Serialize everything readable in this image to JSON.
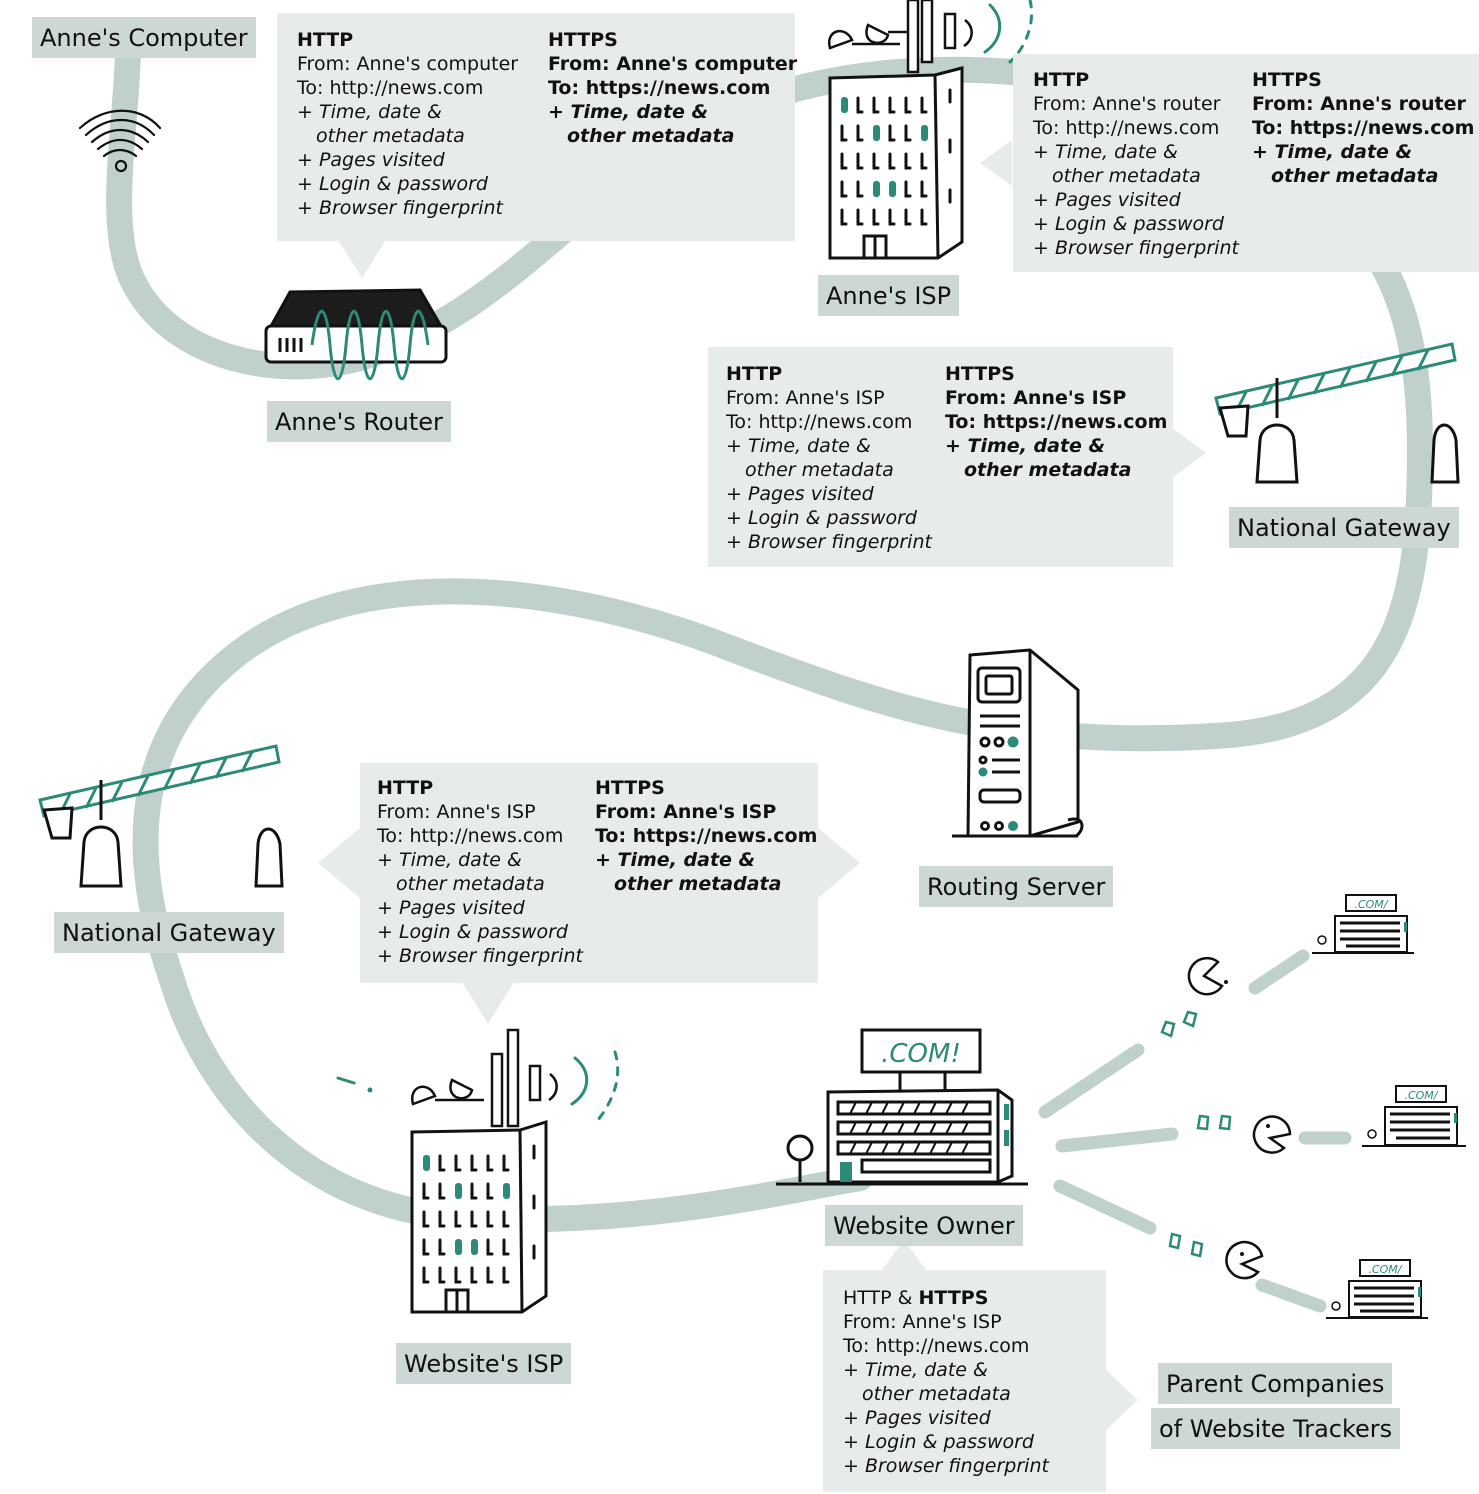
{
  "nodes": {
    "annes_computer": "Anne's Computer",
    "annes_router": "Anne's Router",
    "annes_isp": "Anne's ISP",
    "national_gateway_1": "National Gateway",
    "routing_server": "Routing Server",
    "national_gateway_2": "National Gateway",
    "websites_isp": "Website's ISP",
    "website_owner": "Website Owner",
    "parent_companies_line1": "Parent Companies",
    "parent_companies_line2": "of Website Trackers"
  },
  "signs": {
    "com": ".COM!",
    "com_small": ".COM/"
  },
  "metadata": {
    "time_date": "+ Time, date &",
    "other": "other metadata",
    "pages": "+ Pages visited",
    "login": "+ Login & password",
    "fingerprint": "+ Browser fingerprint"
  },
  "boxes": {
    "b1": {
      "http": {
        "header": "HTTP",
        "from": "From: Anne's computer",
        "to": "To: http://news.com"
      },
      "https": {
        "header": "HTTPS",
        "from": "From: Anne's computer",
        "to": "To: https://news.com"
      }
    },
    "b2": {
      "http": {
        "header": "HTTP",
        "from": "From: Anne's router",
        "to": "To: http://news.com"
      },
      "https": {
        "header": "HTTPS",
        "from": "From: Anne's router",
        "to": "To: https://news.com"
      }
    },
    "b3": {
      "http": {
        "header": "HTTP",
        "from": "From: Anne's ISP",
        "to": "To: http://news.com"
      },
      "https": {
        "header": "HTTPS",
        "from": "From: Anne's ISP",
        "to": "To: https://news.com"
      }
    },
    "b4": {
      "http": {
        "header": "HTTP",
        "from": "From: Anne's ISP",
        "to": "To: http://news.com"
      },
      "https": {
        "header": "HTTPS",
        "from": "From: Anne's ISP",
        "to": "To: https://news.com"
      }
    },
    "b5": {
      "header_a": "HTTP & ",
      "header_b": "HTTPS",
      "from": "From: Anne's ISP",
      "to": "To: http://news.com"
    }
  },
  "colors": {
    "path": "#bfd0cd",
    "box": "#e7ebea",
    "label": "#cdd8d6",
    "accent": "#2c8a78"
  }
}
